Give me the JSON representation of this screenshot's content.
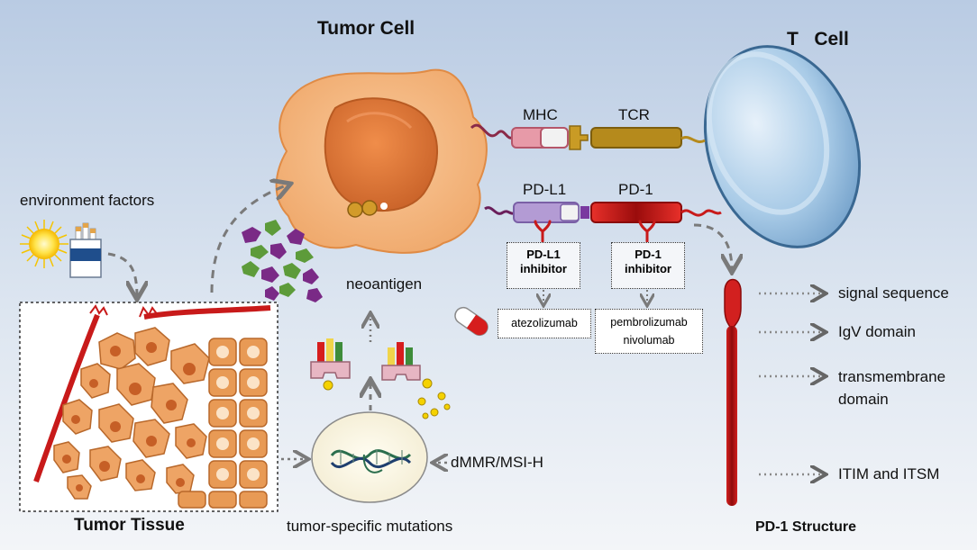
{
  "titles": {
    "tumor_cell": "Tumor Cell",
    "t_cell": "T   Cell",
    "tumor_tissue": "Tumor Tissue",
    "pd1_structure": "PD-1 Structure"
  },
  "molecules": {
    "mhc": "MHC",
    "tcr": "TCR",
    "pdl1": "PD-L1",
    "pd1": "PD-1"
  },
  "inhibitors": {
    "pdl1_line1": "PD-L1",
    "pdl1_line2": "inhibitor",
    "pd1_line1": "PD-1",
    "pd1_line2": "inhibitor"
  },
  "drugs": {
    "atezolizumab": "atezolizumab",
    "pembrolizumab": "pembrolizumab",
    "nivolumab": "nivolumab"
  },
  "labels": {
    "environment_factors": "environment factors",
    "neoantigen": "neoantigen",
    "tumor_specific_mutations": "tumor-specific mutations",
    "dmmr_msih": "dMMR/MSI-H"
  },
  "pd1_domains": {
    "signal_sequence": "signal sequence",
    "igv_domain": "IgV domain",
    "transmembrane_line1": "transmembrane",
    "transmembrane_line2": "domain",
    "itim_itsm": "ITIM and ITSM"
  },
  "colors": {
    "background_top": "#b9cbe3",
    "background_bottom": "#f1f4f8",
    "tumor_cell": "#f2b378",
    "nucleus": "#e07a3c",
    "t_cell": "#9fc3e2",
    "pd1_red": "#c81a1a",
    "pdl1_purple": "#b39bd4",
    "mhc_pink": "#e79aa8",
    "tcr_gold": "#b58a1c",
    "antigen_green": "#5d9b3a",
    "antigen_purple": "#7a2a86"
  }
}
